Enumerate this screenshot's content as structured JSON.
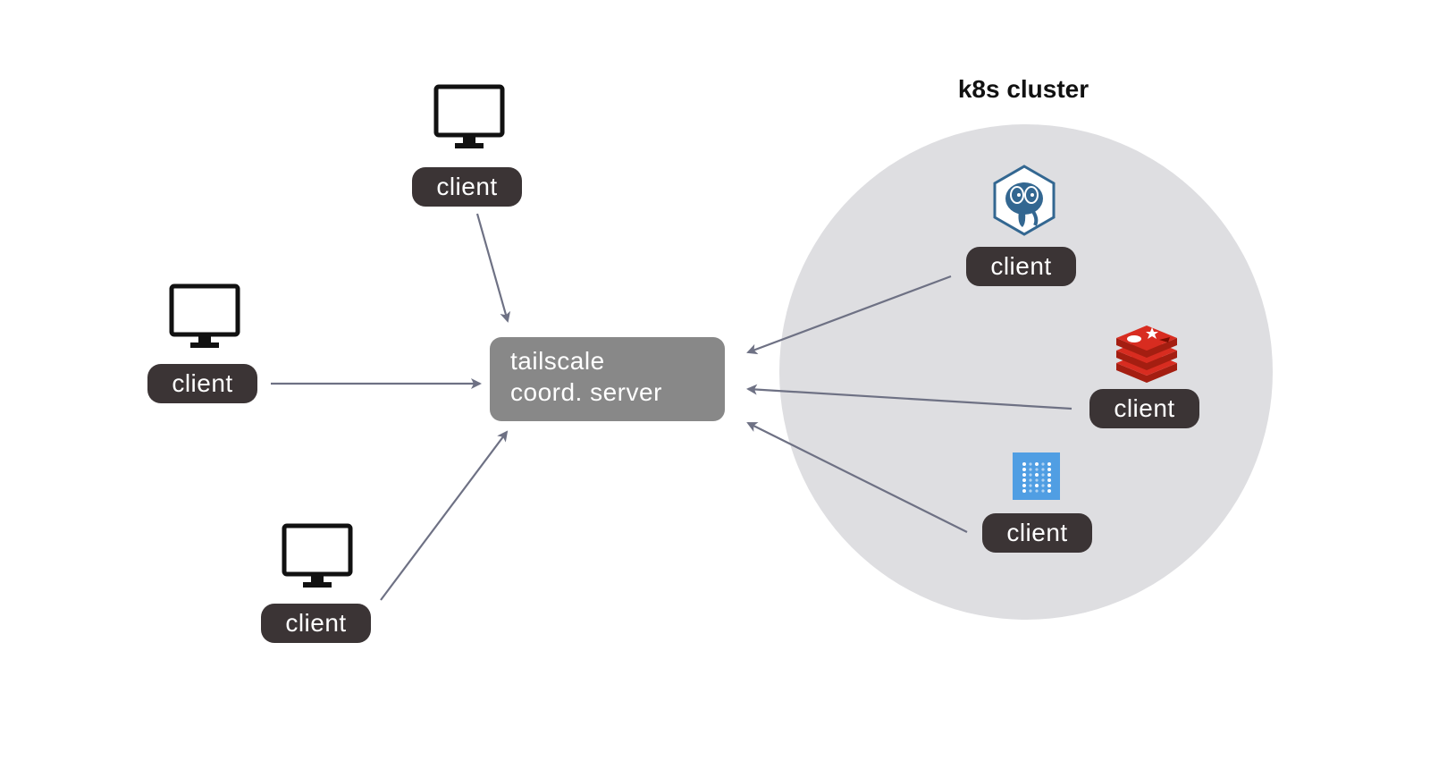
{
  "cluster": {
    "title": "k8s cluster",
    "fill": "#dedee1"
  },
  "server": {
    "line1": "tailscale",
    "line2": "coord. server",
    "fill": "#888888"
  },
  "clients": [
    {
      "label": "client",
      "icon": "monitor-icon"
    },
    {
      "label": "client",
      "icon": "monitor-icon"
    },
    {
      "label": "client",
      "icon": "monitor-icon"
    },
    {
      "label": "client",
      "icon": "postgresql-icon"
    },
    {
      "label": "client",
      "icon": "redis-icon"
    },
    {
      "label": "client",
      "icon": "metabase-icon"
    }
  ],
  "colors": {
    "pill": "#3b3435",
    "arrow": "#6e7184",
    "postgres": "#336791",
    "redis": "#d82c20",
    "metabase": "#509ee3"
  }
}
